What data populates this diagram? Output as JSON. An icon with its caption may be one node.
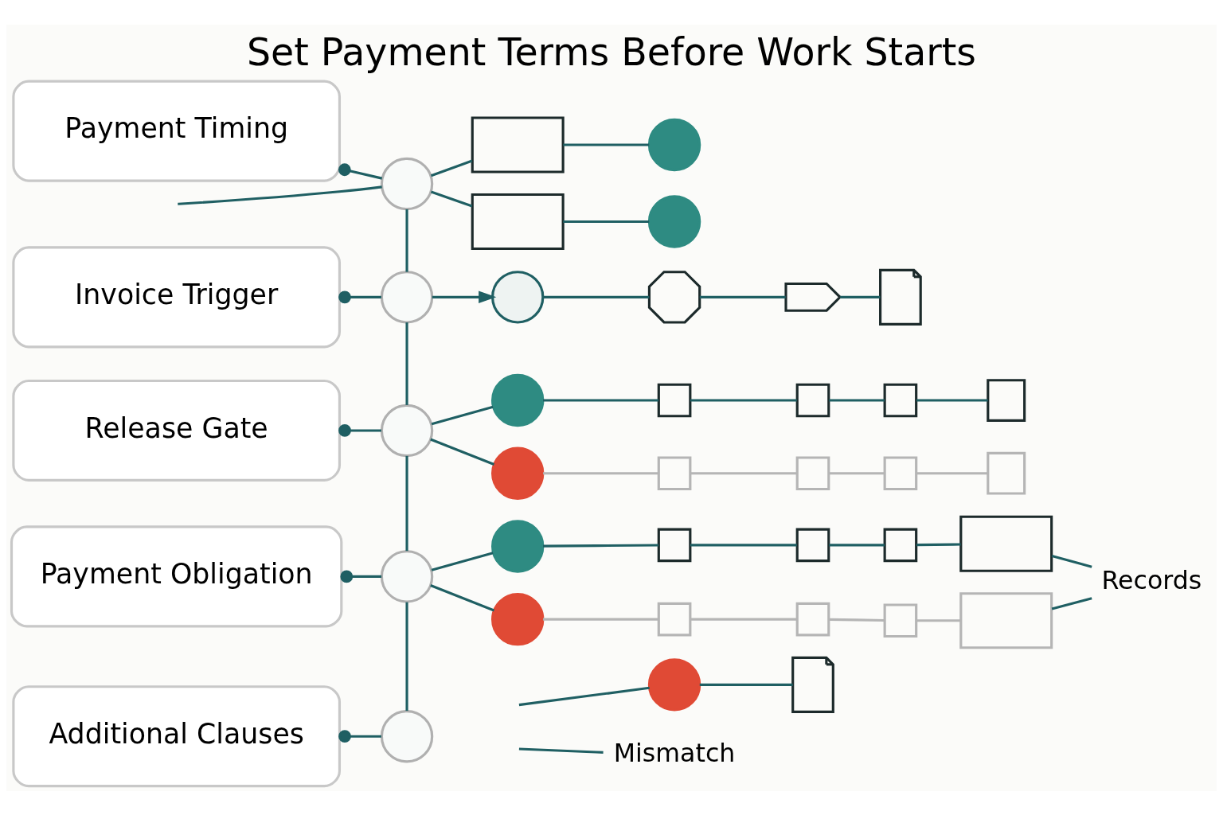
{
  "diagram": {
    "title": "Set Payment Terms Before Work Starts",
    "nodes": [
      {
        "text": [
          "Payment Timing"
        ]
      },
      {
        "text": [
          "Invoice Trigger"
        ]
      },
      {
        "text": [
          "Release Gate"
        ]
      },
      {
        "text": [
          "Payment Obligation"
        ]
      },
      {
        "text": [
          "Additional Clauses"
        ]
      },
      {
        "text": [],
        "shape": "circle"
      },
      {
        "text": [],
        "shape": "circle"
      },
      {
        "text": [],
        "shape": "circle"
      },
      {
        "text": [],
        "shape": "circle"
      },
      {
        "text": [],
        "shape": "circle"
      },
      {
        "text": [],
        "shape": "table"
      },
      {
        "text": [],
        "shape": "table"
      },
      {
        "text": [],
        "shape": "circle"
      },
      {
        "text": [],
        "shape": "circle"
      },
      {
        "text": [],
        "shape": "circle"
      },
      {
        "text": [],
        "shape": "gear"
      },
      {
        "text": [],
        "shape": "flag"
      },
      {
        "text": [],
        "shape": "document"
      },
      {
        "text": [],
        "shape": "circle"
      },
      {
        "text": [],
        "shape": "box"
      },
      {
        "text": [],
        "shape": "box"
      },
      {
        "text": [],
        "shape": "box"
      },
      {
        "text": [],
        "shape": "lock"
      },
      {
        "text": [],
        "shape": "circle"
      },
      {
        "text": [],
        "shape": "box"
      },
      {
        "text": [],
        "shape": "box"
      },
      {
        "text": [],
        "shape": "box"
      },
      {
        "text": [],
        "shape": "lock"
      },
      {
        "text": [],
        "shape": "circle"
      },
      {
        "text": [],
        "shape": "box"
      },
      {
        "text": [],
        "shape": "box"
      },
      {
        "text": [],
        "shape": "box"
      },
      {
        "text": [],
        "shape": "table"
      },
      {
        "text": [],
        "shape": "circle"
      },
      {
        "text": [],
        "shape": "box"
      },
      {
        "text": [],
        "shape": "box"
      },
      {
        "text": [],
        "shape": "box"
      },
      {
        "text": [],
        "shape": "table"
      },
      {
        "text": [
          "Records"
        ]
      },
      {
        "text": [],
        "shape": "circle"
      },
      {
        "text": [],
        "shape": "document"
      },
      {
        "text": [
          "Mismatch"
        ]
      }
    ],
    "edges": [
      {
        "from": 0,
        "to": 5,
        "arrow": "other"
      },
      {
        "from": 1,
        "to": 6,
        "arrow": "other"
      },
      {
        "from": 2,
        "to": 7,
        "arrow": "other"
      },
      {
        "from": 3,
        "to": 8,
        "arrow": "other"
      },
      {
        "from": 4,
        "to": 9,
        "arrow": "other"
      },
      {
        "from": null,
        "to": 5,
        "arrow": "none"
      },
      {
        "from": 5,
        "to": 6,
        "arrow": "none"
      },
      {
        "from": 6,
        "to": 7,
        "arrow": "none"
      },
      {
        "from": 7,
        "to": 8,
        "arrow": "none"
      },
      {
        "from": 8,
        "to": 9,
        "arrow": "none"
      },
      {
        "from": 5,
        "to": 10,
        "arrow": "none"
      },
      {
        "from": 5,
        "to": 11,
        "arrow": "none"
      },
      {
        "from": 10,
        "to": 12,
        "arrow": "none"
      },
      {
        "from": 11,
        "to": 13,
        "arrow": "none"
      },
      {
        "from": 6,
        "to": 14,
        "arrow": "to"
      },
      {
        "from": 14,
        "to": 15,
        "arrow": "none"
      },
      {
        "from": 15,
        "to": 16,
        "arrow": "none"
      },
      {
        "from": 16,
        "to": 17,
        "arrow": "none"
      },
      {
        "from": 7,
        "to": 18,
        "arrow": "none"
      },
      {
        "from": 7,
        "to": 23,
        "arrow": "none"
      },
      {
        "from": 18,
        "to": 19,
        "arrow": "none"
      },
      {
        "from": 19,
        "to": 20,
        "arrow": "none"
      },
      {
        "from": 20,
        "to": 21,
        "arrow": "none"
      },
      {
        "from": 21,
        "to": 22,
        "arrow": "none"
      },
      {
        "from": 23,
        "to": 24,
        "arrow": "none",
        "color": "#b5b5b5"
      },
      {
        "from": 24,
        "to": 25,
        "arrow": "none",
        "color": "#b5b5b5"
      },
      {
        "from": 25,
        "to": 26,
        "arrow": "none",
        "color": "#b5b5b5"
      },
      {
        "from": 26,
        "to": 27,
        "arrow": "none",
        "color": "#b5b5b5"
      },
      {
        "from": 8,
        "to": 28,
        "arrow": "none"
      },
      {
        "from": 8,
        "to": 33,
        "arrow": "none"
      },
      {
        "from": 28,
        "to": 29,
        "arrow": "none"
      },
      {
        "from": 29,
        "to": 30,
        "arrow": "none"
      },
      {
        "from": 30,
        "to": 31,
        "arrow": "none"
      },
      {
        "from": 31,
        "to": 32,
        "arrow": "none"
      },
      {
        "from": 33,
        "to": 34,
        "arrow": "none",
        "color": "#b5b5b5"
      },
      {
        "from": 34,
        "to": 35,
        "arrow": "none",
        "color": "#b5b5b5"
      },
      {
        "from": 35,
        "to": 36,
        "arrow": "none",
        "color": "#b5b5b5"
      },
      {
        "from": 36,
        "to": 37,
        "arrow": "none",
        "color": "#b5b5b5"
      },
      {
        "from": 32,
        "to": 38,
        "arrow": "none"
      },
      {
        "from": 37,
        "to": 38,
        "arrow": "none"
      },
      {
        "from": null,
        "to": 39,
        "arrow": "none"
      },
      {
        "from": null,
        "to": 41,
        "arrow": "none"
      },
      {
        "from": 39,
        "to": 40,
        "arrow": "none"
      }
    ]
  }
}
